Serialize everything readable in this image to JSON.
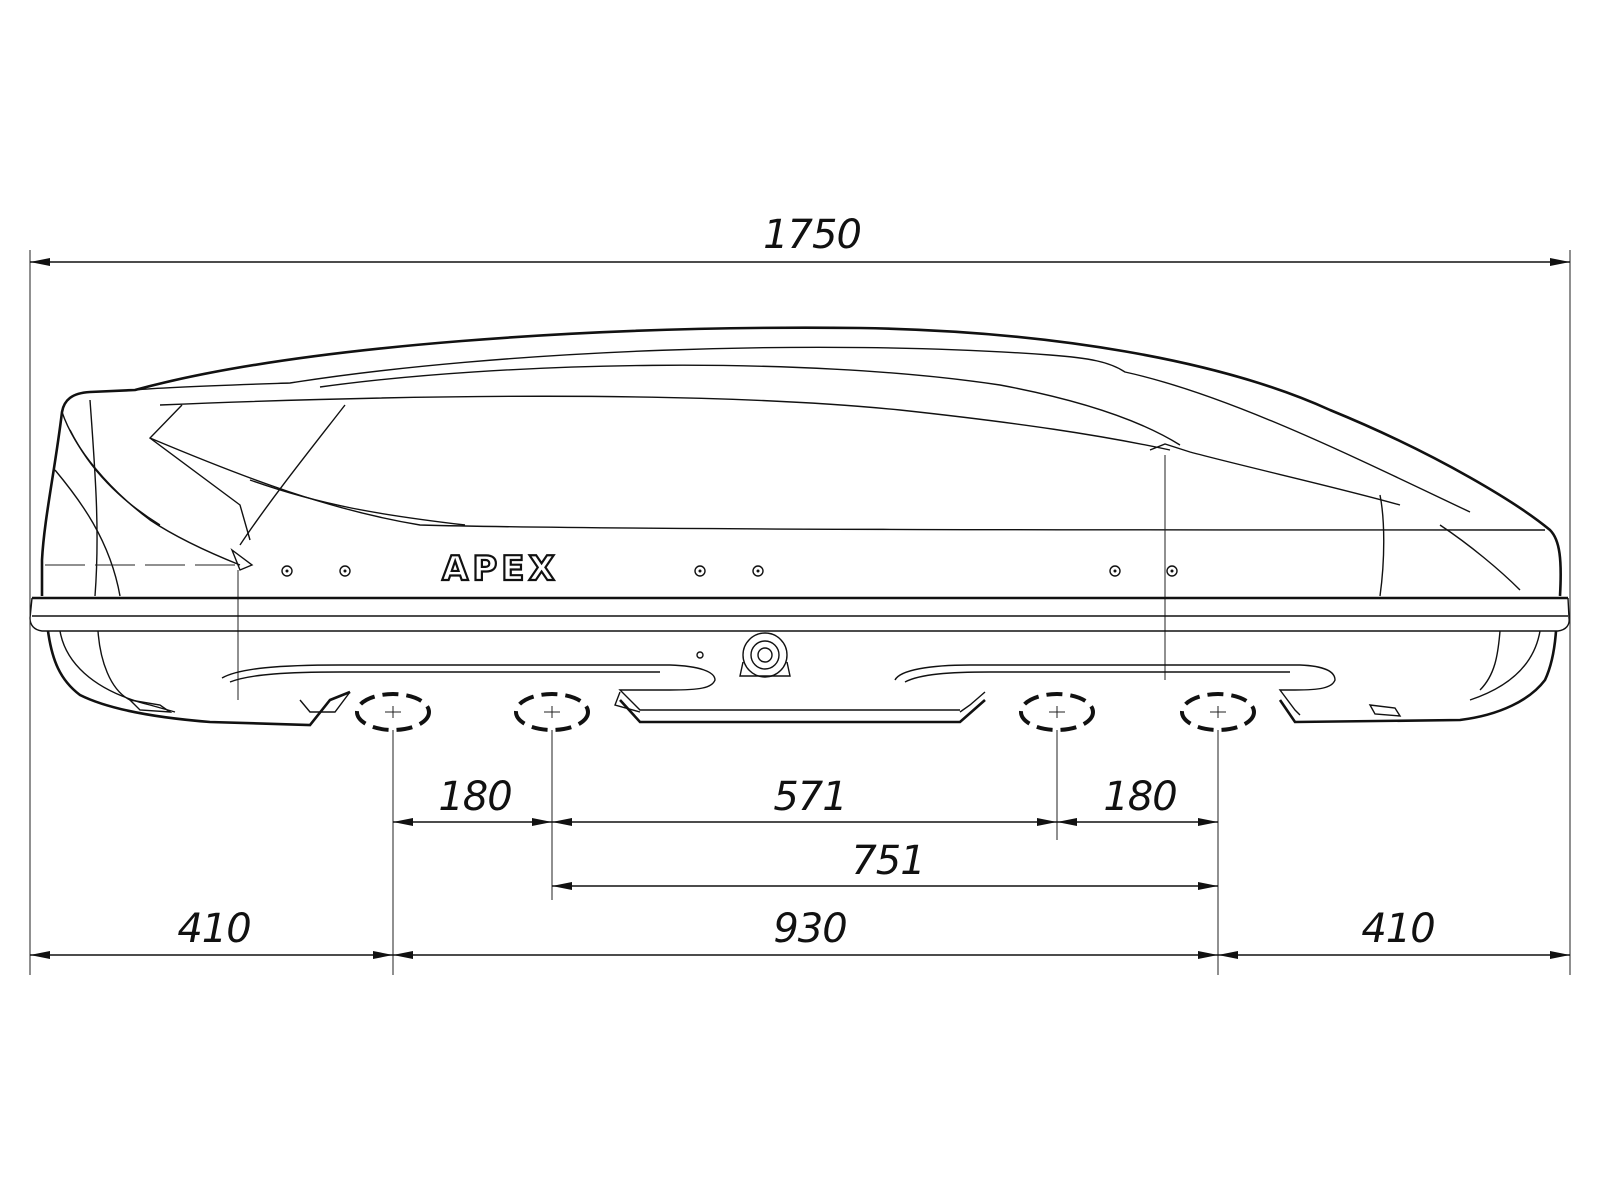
{
  "colors": {
    "line": "#111111",
    "background": "#ffffff"
  },
  "brand": {
    "label": "APEX"
  },
  "dimensions": {
    "overall_length": "1750",
    "front_overhang": "410",
    "rear_overhang": "410",
    "mount_span": "930",
    "clamp_left_spacing": "180",
    "clamp_middle_spacing": "571",
    "clamp_right_spacing": "180",
    "inner_span": "751"
  }
}
